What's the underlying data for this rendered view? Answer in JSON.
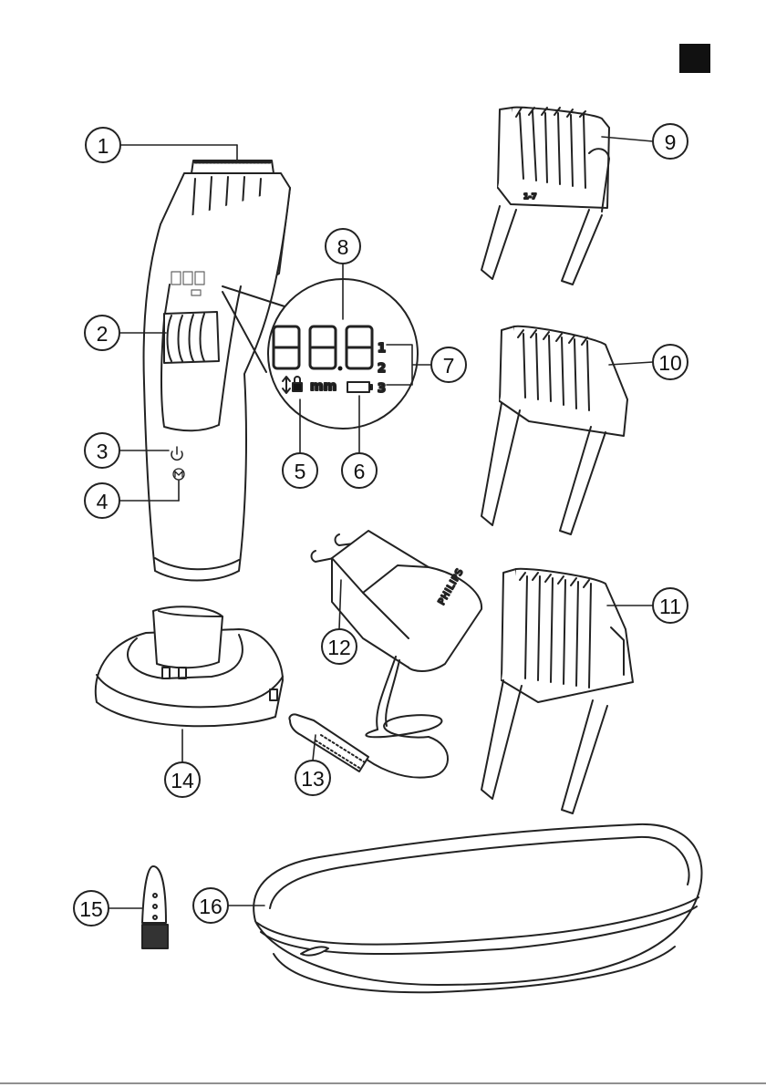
{
  "page_marker": {
    "color": "#111111"
  },
  "callouts": [
    {
      "id": "1",
      "label": "1"
    },
    {
      "id": "2",
      "label": "2"
    },
    {
      "id": "3",
      "label": "3"
    },
    {
      "id": "4",
      "label": "4"
    },
    {
      "id": "5",
      "label": "5"
    },
    {
      "id": "6",
      "label": "6"
    },
    {
      "id": "7",
      "label": "7"
    },
    {
      "id": "8",
      "label": "8"
    },
    {
      "id": "9",
      "label": "9"
    },
    {
      "id": "10",
      "label": "10"
    },
    {
      "id": "11",
      "label": "11"
    },
    {
      "id": "12",
      "label": "12"
    },
    {
      "id": "13",
      "label": "13"
    },
    {
      "id": "14",
      "label": "14"
    },
    {
      "id": "15",
      "label": "15"
    },
    {
      "id": "16",
      "label": "16"
    }
  ],
  "display": {
    "digits": "888",
    "unit": "mm",
    "speed_levels": [
      "1",
      "2",
      "3"
    ]
  },
  "combs": {
    "comb_9_label": "1-7"
  },
  "adapter": {
    "brand": "PHILIPS"
  }
}
